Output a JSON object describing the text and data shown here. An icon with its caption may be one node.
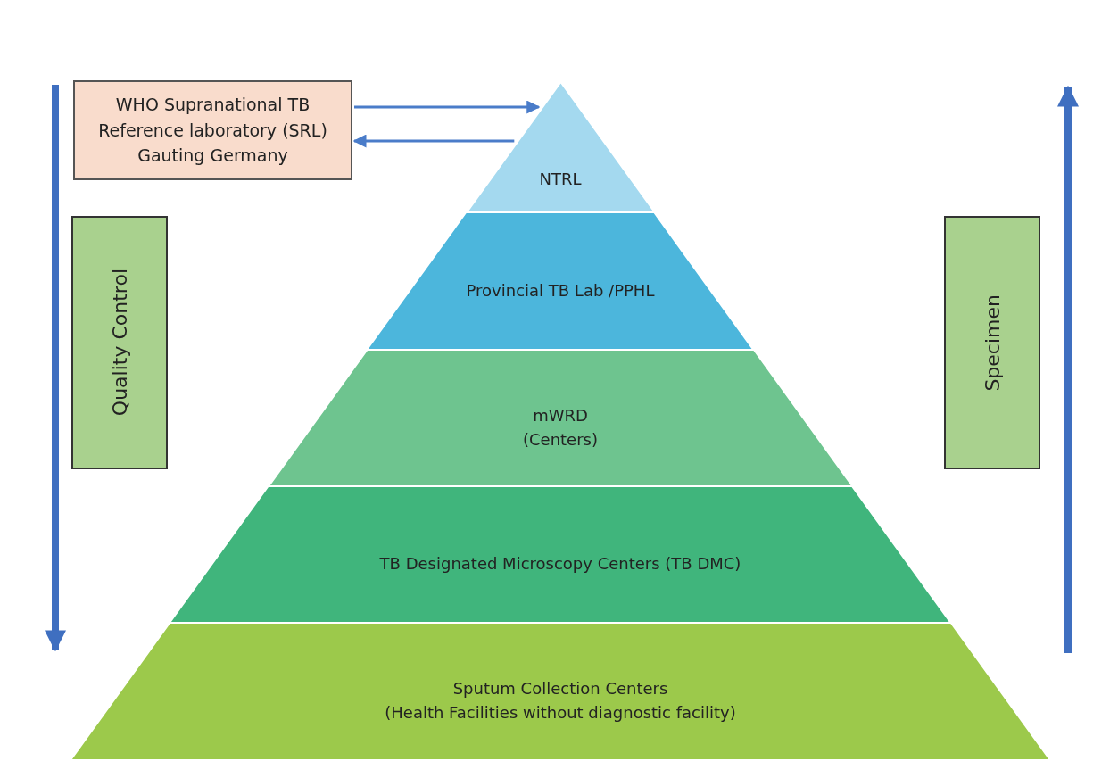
{
  "diagram": {
    "nodes": [
      {
        "text": [
          "WHO Supranational TB Reference laboratory (SRL) Gauting Germany"
        ]
      },
      {
        "text": [
          "NTRL"
        ]
      },
      {
        "text": [
          "Provincial TB Lab /PPHL"
        ]
      },
      {
        "text": [
          "mWRD",
          "(Centers)"
        ]
      },
      {
        "text": [
          "TB Designated Microscopy Centers (TB DMC)"
        ]
      },
      {
        "text": [
          "Sputum Collection Centers",
          "(Health Facilities without diagnostic facility)"
        ]
      },
      {
        "text": [
          "Quality Control"
        ]
      },
      {
        "text": [
          "Specimen"
        ]
      }
    ],
    "edges": [
      {
        "from": 0,
        "to": 1,
        "arrow": "to"
      },
      {
        "from": 1,
        "to": 0,
        "arrow": "to"
      }
    ]
  }
}
